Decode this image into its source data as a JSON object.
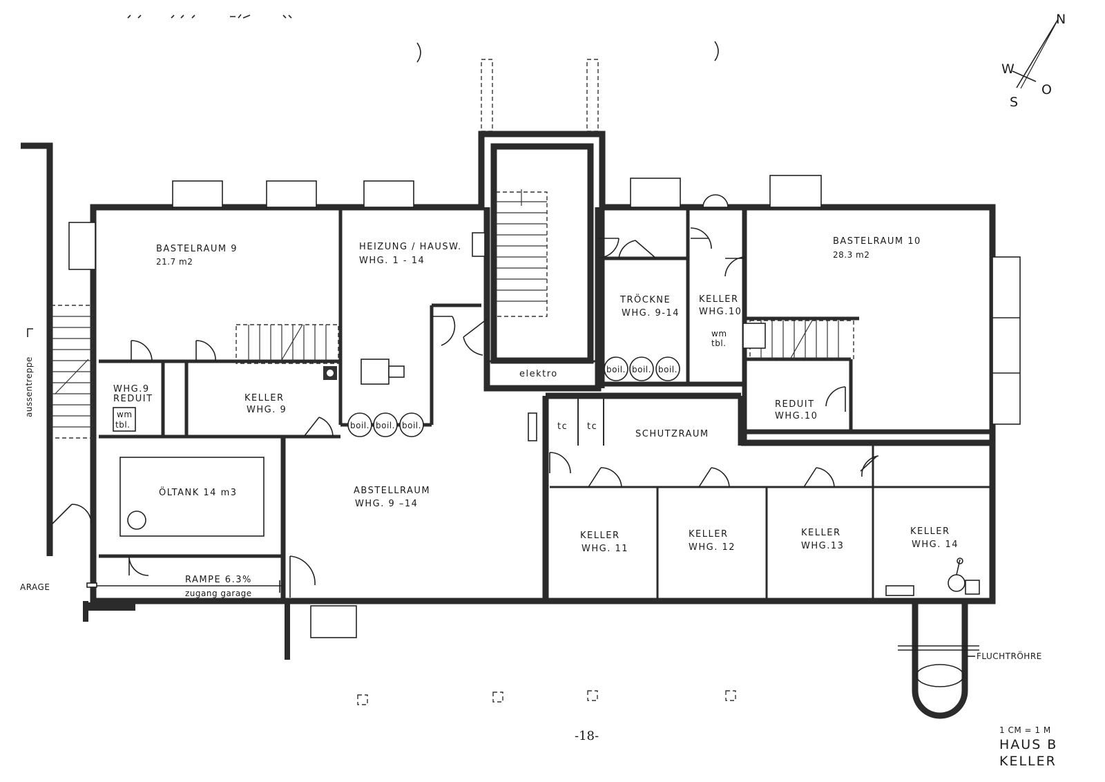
{
  "rooms": {
    "bastelraum9": {
      "name": "BASTELRAUM 9",
      "area": "21.7 m2"
    },
    "heizung": {
      "line1": "HEIZUNG / HAUSW.",
      "line2": "WHG. 1 - 14"
    },
    "troeckne": {
      "line1": "TRÖCKNE",
      "line2": "WHG. 9-14"
    },
    "keller10": {
      "line1": "KELLER",
      "line2": "WHG.10"
    },
    "bastelraum10": {
      "name": "BASTELRAUM 10",
      "area": "28.3 m2"
    },
    "reduit9": {
      "line1": "WHG.9",
      "line2": "REDUIT"
    },
    "keller9": {
      "line1": "KELLER",
      "line2": "WHG. 9"
    },
    "oeltank": {
      "name": "ÖLTANK  14 m3"
    },
    "abstellraum": {
      "line1": "ABSTELLRAUM",
      "line2": "WHG. 9 –14"
    },
    "schutzraum": {
      "name": "SCHUTZRAUM"
    },
    "reduit10": {
      "line1": "REDUIT",
      "line2": "WHG.10"
    },
    "keller11": {
      "line1": "KELLER",
      "line2": "WHG. 11"
    },
    "keller12": {
      "line1": "KELLER",
      "line2": "WHG. 12"
    },
    "keller13": {
      "line1": "KELLER",
      "line2": "WHG.13"
    },
    "keller14": {
      "line1": "KELLER",
      "line2": "WHG. 14"
    }
  },
  "fixtures": {
    "wm": "wm",
    "tbl": "tbl.",
    "boil": "boil.",
    "tc": "tc",
    "elektro": "elektro"
  },
  "labels": {
    "aussentreppe": "aussentreppe",
    "garage": "ARAGE",
    "rampe": "RAMPE 6.3%",
    "zugang": "zugang garage",
    "fluchtroehre": "FLUCHTRÖHRE"
  },
  "compass": {
    "n": "N",
    "w": "W",
    "o": "O",
    "s": "S"
  },
  "footer": {
    "page_number": "-18-",
    "scale": "1 CM = 1 M",
    "house": "HAUS  B",
    "floor": "KELLER"
  }
}
